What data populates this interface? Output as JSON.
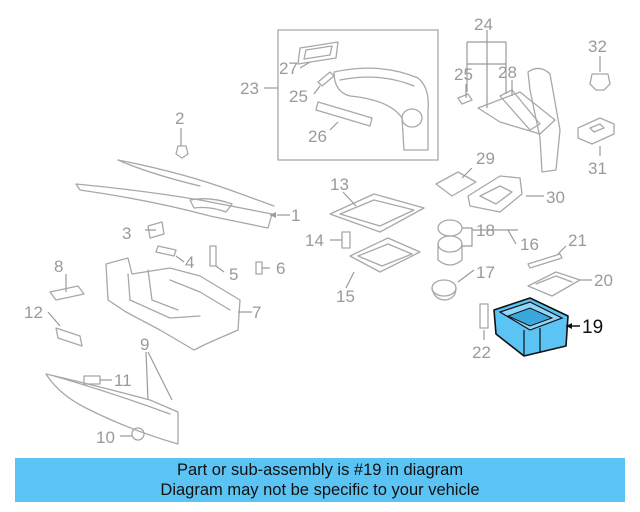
{
  "caption": {
    "line1": "Part or sub-assembly is #19 in diagram",
    "line2": "Diagram may not be specific to your vehicle",
    "background_color": "#5bc4f4"
  },
  "highlight": {
    "part_number": "19",
    "fill_color": "#5bc4f4"
  },
  "labels": {
    "p1": "1",
    "p2": "2",
    "p3": "3",
    "p4": "4",
    "p5": "5",
    "p6": "6",
    "p7": "7",
    "p8": "8",
    "p9": "9",
    "p10": "10",
    "p11": "11",
    "p12": "12",
    "p13": "13",
    "p14": "14",
    "p15": "15",
    "p16": "16",
    "p17": "17",
    "p18": "18",
    "p19": "19",
    "p20": "20",
    "p21": "21",
    "p22": "22",
    "p23": "23",
    "p24": "24",
    "p25a": "25",
    "p25b": "25",
    "p26": "26",
    "p27": "27",
    "p28": "28",
    "p29": "29",
    "p30": "30",
    "p31": "31",
    "p32": "32"
  }
}
